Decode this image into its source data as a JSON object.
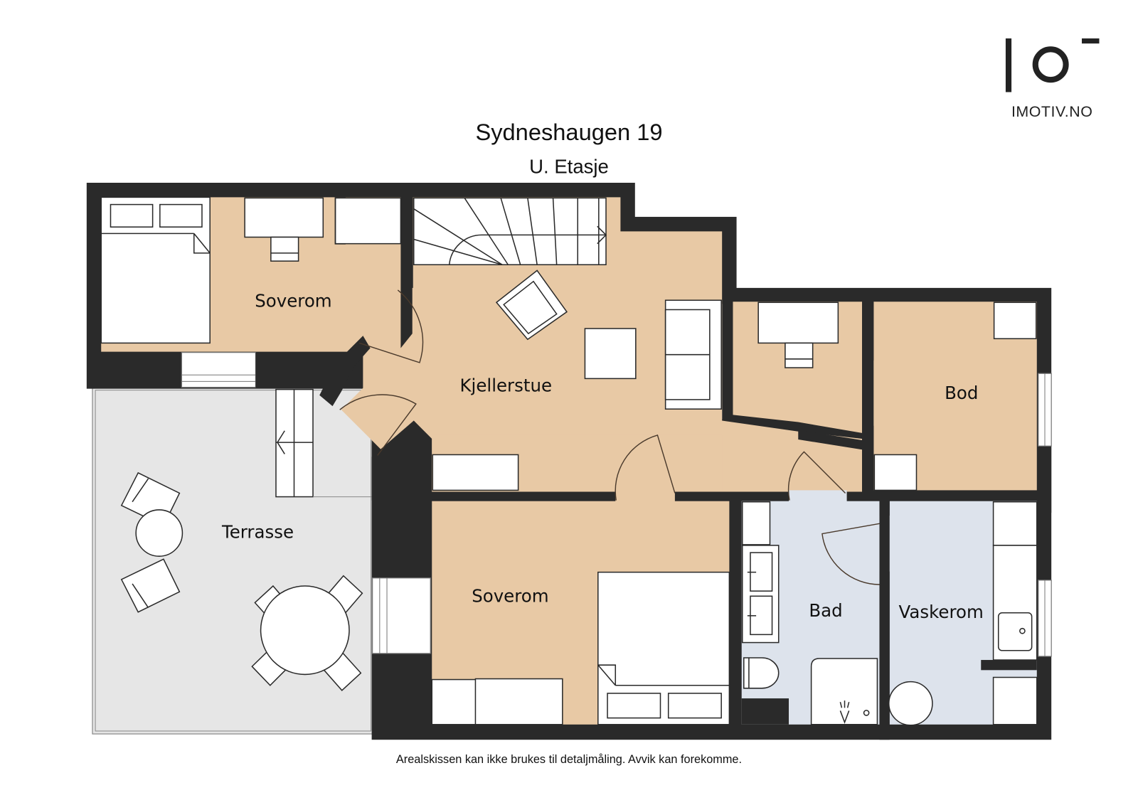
{
  "header": {
    "title": "Sydneshaugen 19",
    "floor": "U. Etasje"
  },
  "logo": {
    "text": "IMOTIV.NO",
    "mark": "I O ‾"
  },
  "rooms": [
    {
      "id": "soverom-1",
      "label": "Soverom",
      "type": "bedroom",
      "color": "#e8c9a5"
    },
    {
      "id": "kjellerstue",
      "label": "Kjellerstue",
      "type": "living",
      "color": "#e8c9a5"
    },
    {
      "id": "bod",
      "label": "Bod",
      "type": "storage",
      "color": "#e8c9a5"
    },
    {
      "id": "terrasse",
      "label": "Terrasse",
      "type": "terrace",
      "color": "#e6e6e6"
    },
    {
      "id": "soverom-2",
      "label": "Soverom",
      "type": "bedroom",
      "color": "#e8c9a5"
    },
    {
      "id": "bad",
      "label": "Bad",
      "type": "bathroom",
      "color": "#dde3ec"
    },
    {
      "id": "vaskerom",
      "label": "Vaskerom",
      "type": "laundry",
      "color": "#dde3ec"
    }
  ],
  "footer": {
    "disclaimer": "Arealskissen kan ikke brukes til detaljmåling. Avvik kan forekomme."
  },
  "colors": {
    "wall": "#2a2a2a",
    "dry_room": "#e8c9a5",
    "wet_room": "#dde3ec",
    "terrace": "#e6e6e6"
  }
}
